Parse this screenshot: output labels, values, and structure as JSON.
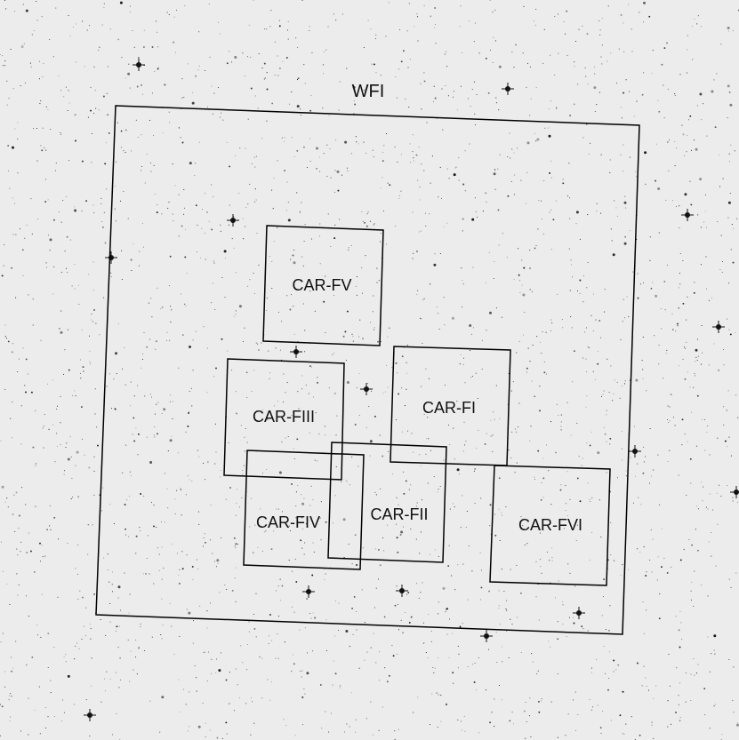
{
  "image": {
    "type": "star-field-with-instrument-footprints",
    "background_color": "#ececec",
    "star_color": "#111111",
    "frame_color": "#000000"
  },
  "wfi": {
    "label": "WFI"
  },
  "fields": [
    {
      "id": "fv",
      "label": "CAR-FV"
    },
    {
      "id": "fiii",
      "label": "CAR-FIII"
    },
    {
      "id": "fi",
      "label": "CAR-FI"
    },
    {
      "id": "fiv",
      "label": "CAR-FIV"
    },
    {
      "id": "fii",
      "label": "CAR-FII"
    },
    {
      "id": "fvi",
      "label": "CAR-FVI"
    }
  ]
}
